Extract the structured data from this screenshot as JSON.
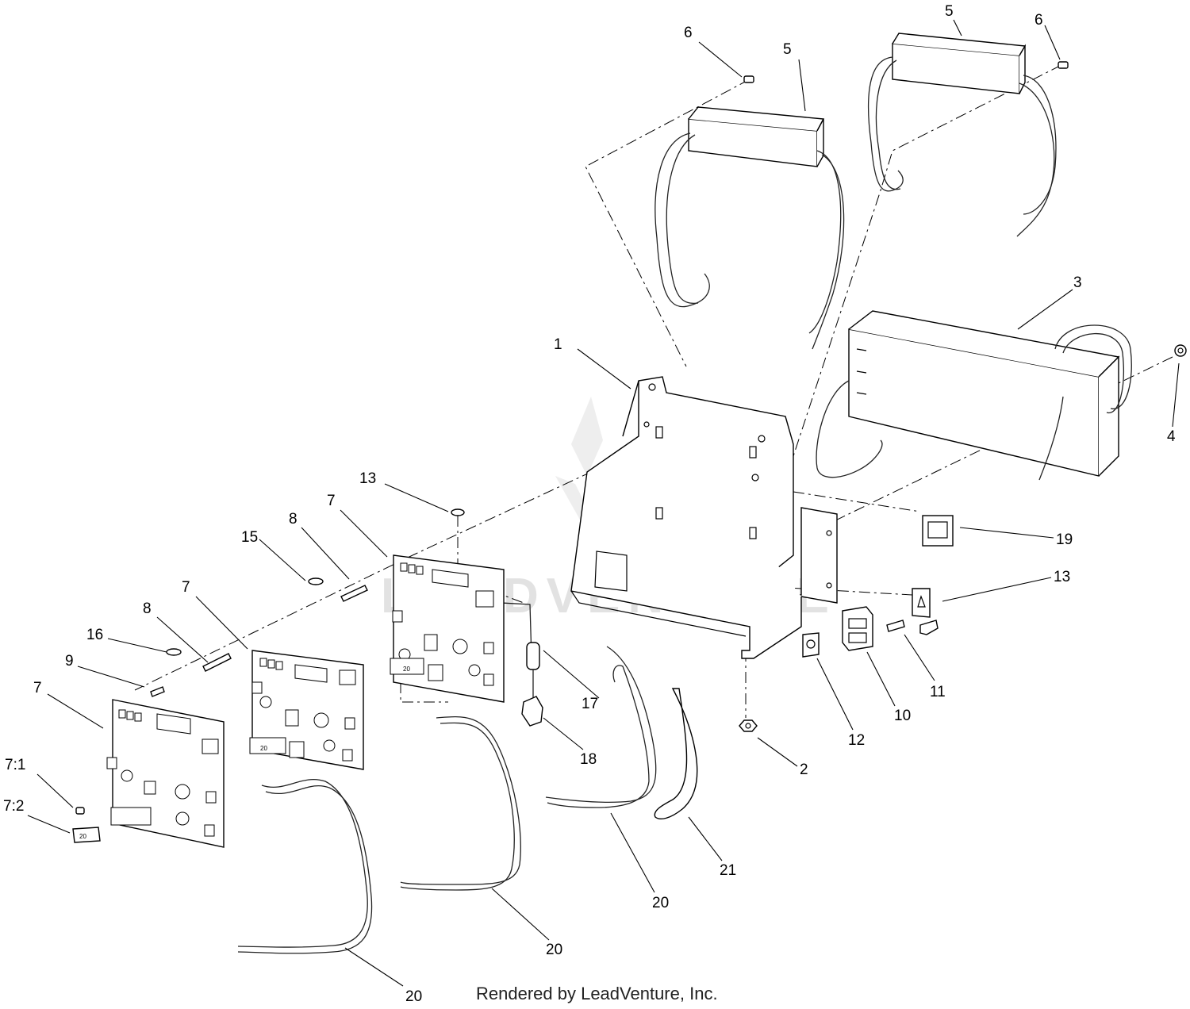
{
  "watermark": "LEADVENTURE",
  "footer": "Rendered by LeadVenture, Inc.",
  "callouts": {
    "c1": "1",
    "c2": "2",
    "c3": "3",
    "c4": "4",
    "c5a": "5",
    "c5b": "5",
    "c6a": "6",
    "c6b": "6",
    "c7a": "7",
    "c7b": "7",
    "c7c": "7",
    "c7_1": "7:1",
    "c7_2": "7:2",
    "c8a": "8",
    "c8b": "8",
    "c9": "9",
    "c10": "10",
    "c11": "11",
    "c12": "12",
    "c13a": "13",
    "c13b": "13",
    "c15": "15",
    "c16": "16",
    "c17": "17",
    "c18": "18",
    "c19": "19",
    "c20a": "20",
    "c20b": "20",
    "c20c": "20",
    "c21": "21"
  },
  "board_label": "20"
}
